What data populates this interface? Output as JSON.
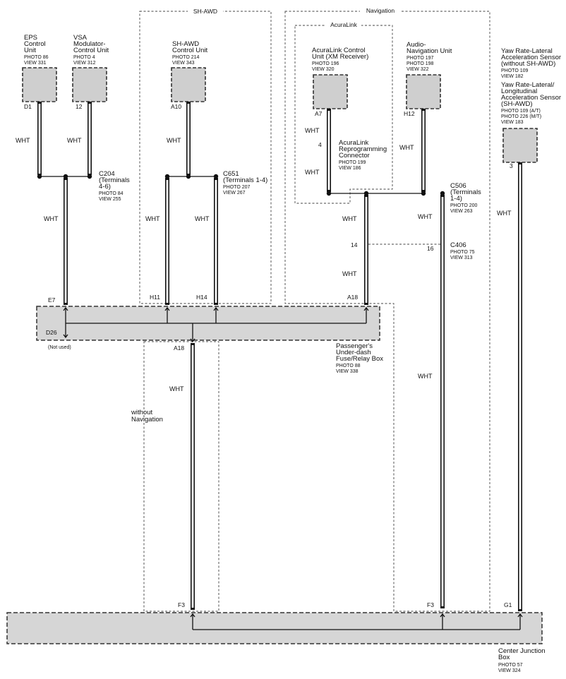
{
  "groups": {
    "sh_awd": "SH-AWD",
    "navigation": "Navigation",
    "acuralink": "AcuraLink",
    "without_navigation": [
      "without",
      "Navigation"
    ]
  },
  "components": {
    "eps": {
      "lines": [
        "EPS",
        "Control",
        "Unit"
      ],
      "photo": "PHOTO 86",
      "view": "VIEW 331",
      "pin": "D1"
    },
    "vsa": {
      "lines": [
        "VSA",
        "Modulator-",
        "Control Unit"
      ],
      "photo": "PHOTO 4",
      "view": "VIEW 312",
      "pin": "12"
    },
    "shawd": {
      "lines": [
        "SH-AWD",
        "Control Unit"
      ],
      "photo": "PHOTO 214",
      "view": "VIEW 343",
      "pin": "A10"
    },
    "acuralink_unit": {
      "lines": [
        "AcuraLink Control",
        "Unit (XM Receiver)"
      ],
      "photo": "PHOTO 196",
      "view": "VIEW 320",
      "pin": "A7"
    },
    "audio_nav": {
      "lines": [
        "Audio-",
        "Navigation Unit"
      ],
      "photo": "PHOTO 197",
      "photo2": "PHOTO 198",
      "view": "VIEW 322",
      "pin": "H12"
    },
    "yaw": {
      "lines_a": [
        "Yaw Rate-Lateral",
        "Acceleration Sensor",
        "(without SH-AWD)"
      ],
      "photo_a": "PHOTO 109",
      "view_a": "VIEW 182",
      "lines_b": [
        "Yaw Rate-Lateral/",
        "Longitudinal",
        "Acceleration Sensor",
        "(SH-AWD)"
      ],
      "photo_b": "PHOTO 109 (A/T)",
      "photo_b2": "PHOTO 226 (M/T)",
      "view_b": "VIEW 183",
      "pin": "3"
    }
  },
  "connectors": {
    "c204": {
      "lines": [
        "C204",
        "(Terminals",
        "4-6)"
      ],
      "photo": "PHOTO 84",
      "view": "VIEW 255"
    },
    "c651": {
      "lines": [
        "C651",
        "(Terminals 1-4)"
      ],
      "photo": "PHOTO 207",
      "view": "VIEW 267"
    },
    "reprog": {
      "lines": [
        "AcuraLink",
        "Reprogramming",
        "Connector"
      ],
      "photo": "PHOTO 199",
      "view": "VIEW 186",
      "pin": "4"
    },
    "c506": {
      "lines": [
        "C506",
        "(Terminals",
        "1-4)"
      ],
      "photo": "PHOTO 200",
      "view": "VIEW 263"
    },
    "c406": {
      "lines": [
        "C406"
      ],
      "photo": "PHOTO 75",
      "view": "VIEW 313",
      "pin_left": "14",
      "pin_right": "16"
    }
  },
  "wire_color": "WHT",
  "fuse_box": {
    "lines": [
      "Passenger's",
      "Under-dash",
      "Fuse/Relay Box"
    ],
    "photo": "PHOTO 88",
    "view": "VIEW 338",
    "pins": {
      "e7": "E7",
      "d26": "D26",
      "h11": "H11",
      "h14": "H14",
      "a18_top": "A18",
      "a18_bottom": "A18"
    },
    "not_used": "(Not used)"
  },
  "junction_box": {
    "lines": [
      "Center Junction",
      "Box"
    ],
    "photo": "PHOTO 57",
    "view": "VIEW 324",
    "pins": {
      "f3_left": "F3",
      "f3_right": "F3",
      "g1": "G1"
    }
  },
  "colors": {
    "wire": "#111111",
    "box_fill": "#d6d6d6",
    "component_fill": "#cfcfcf"
  }
}
